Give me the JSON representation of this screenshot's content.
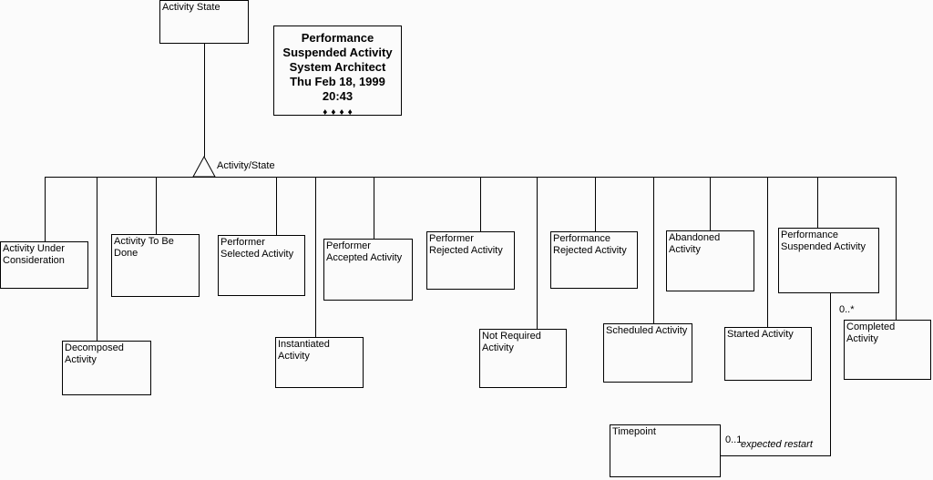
{
  "diagram": {
    "root": {
      "label": "Activity State"
    },
    "stamp": {
      "title_lines": [
        "Performance",
        "Suspended Activity",
        "System Architect",
        "Thu Feb 18, 1999",
        "20:43"
      ],
      "symbols": "♦♦♦♦"
    },
    "branch_label": "Activity/State",
    "subtypes": [
      {
        "label": "Activity Under Consideration"
      },
      {
        "label": "Activity To Be Done"
      },
      {
        "label": "Performer Selected Activity"
      },
      {
        "label": "Performer Accepted Activity"
      },
      {
        "label": "Performer Rejected Activity"
      },
      {
        "label": "Performance Rejected Activity"
      },
      {
        "label": "Abandoned Activity"
      },
      {
        "label": "Performance Suspended Activity"
      },
      {
        "label": "Decomposed Activity"
      },
      {
        "label": "Instantiated Activity"
      },
      {
        "label": "Not Required Activity"
      },
      {
        "label": "Scheduled Activity"
      },
      {
        "label": "Started Activity"
      },
      {
        "label": "Completed Activity"
      },
      {
        "label": "Timepoint"
      }
    ],
    "relation": {
      "source_cardinality": "0..*",
      "target_cardinality": "0..1",
      "name": "expected restart"
    }
  }
}
